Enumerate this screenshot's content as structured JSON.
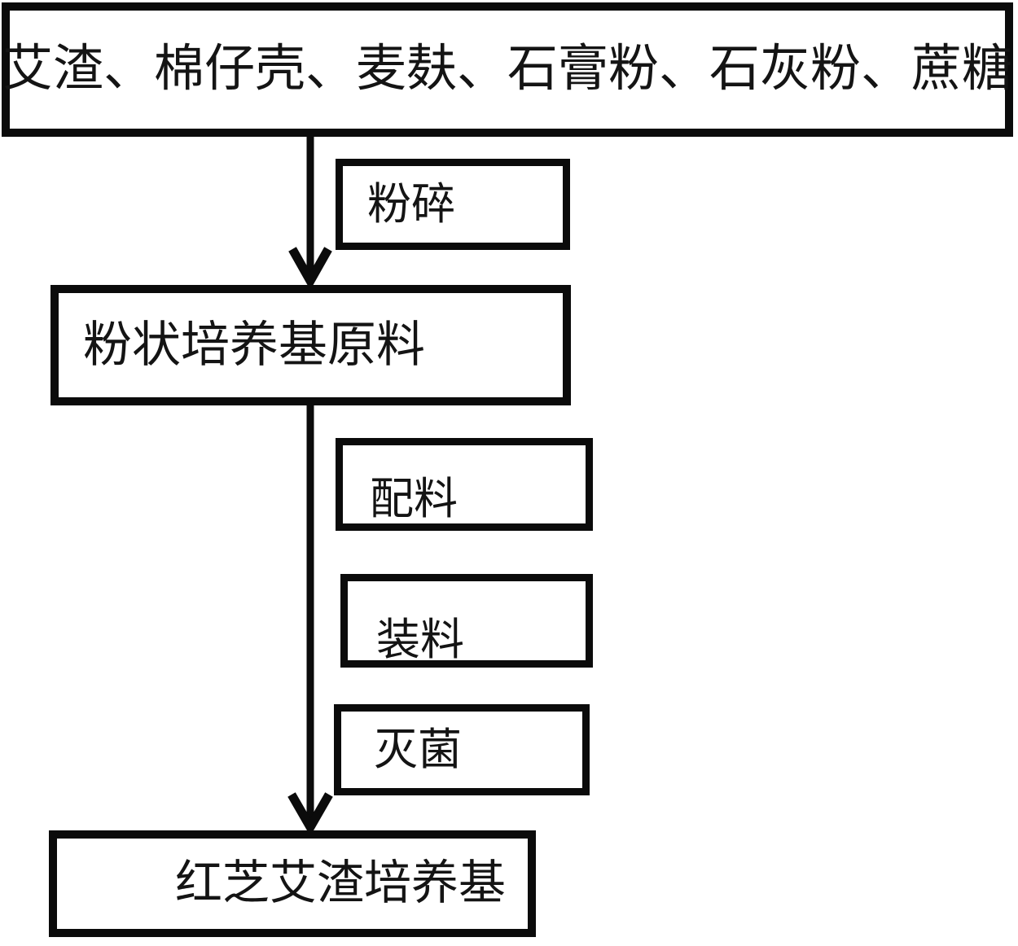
{
  "diagram": {
    "type": "flowchart",
    "nodes": {
      "ingredients": "艾渣、棉仔壳、麦麸、石膏粉、石灰粉、蔗糖",
      "crush": "粉碎",
      "powder": "粉状培养基原料",
      "mix": "配料",
      "fill": "装料",
      "sterilize": "灭菌",
      "output": "红芝艾渣培养基"
    },
    "edges": [
      {
        "from": "ingredients",
        "to": "powder",
        "step_label": "粉碎"
      },
      {
        "from": "powder",
        "to": "output",
        "step_labels": [
          "配料",
          "装料",
          "灭菌"
        ]
      }
    ],
    "colors": {
      "stroke": "#0b0b0b",
      "bg": "#ffffff",
      "text": "#141414"
    }
  }
}
